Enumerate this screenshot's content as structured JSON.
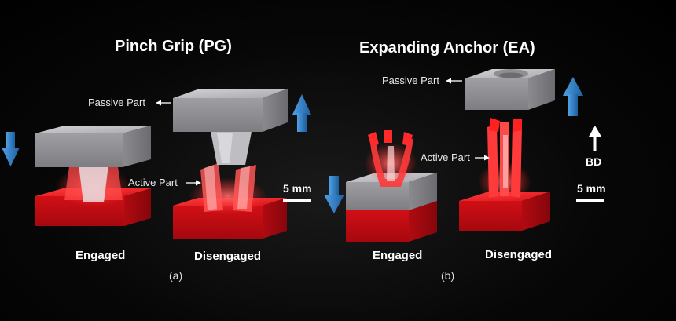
{
  "pg": {
    "title": "Pinch Grip (PG)",
    "passive_label": "Passive Part",
    "active_label": "Active Part",
    "engaged": "Engaged",
    "disengaged": "Disengaged",
    "scale": "5 mm",
    "caption": "(a)"
  },
  "ea": {
    "title": "Expanding Anchor (EA)",
    "passive_label": "Passive Part",
    "active_label": "Active Part",
    "engaged": "Engaged",
    "disengaged": "Disengaged",
    "scale": "5 mm",
    "caption": "(b)",
    "build_direction": "BD"
  },
  "colors": {
    "arrow_blue": "#2f7fc8",
    "part_red": "#e0141c",
    "part_gray": "#b9b9bd"
  }
}
